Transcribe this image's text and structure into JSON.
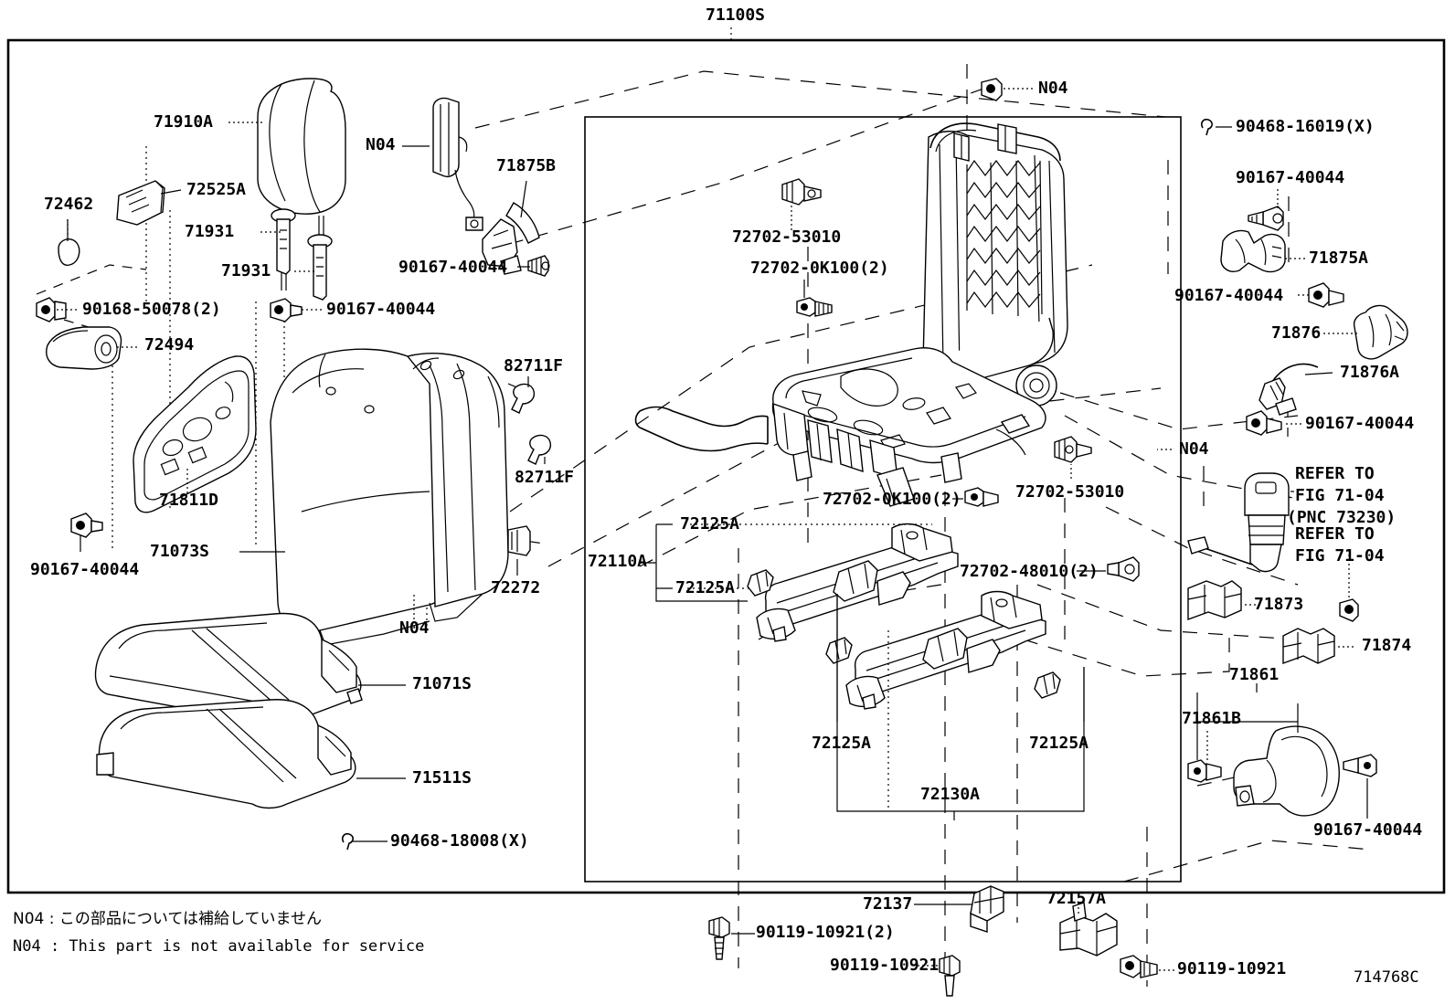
{
  "diagram": {
    "figure_code": "714768C",
    "top_assembly_label": "71100S",
    "notes": {
      "jp": "N04 : この部品については補給していません",
      "en": "N04 : This part is not available for service"
    }
  },
  "labels": {
    "headrest": "71910A",
    "headrest_guide": "72525A",
    "cap_72462": "72462",
    "pin_71931_upper": "71931",
    "pin_71931_lower": "71931",
    "n04_cable": "N04",
    "lever_71875B": "71875B",
    "screw_90167_40044_a": "90167-40044",
    "nut_90168_50078": "90168-50078(2)",
    "cover_72494": "72494",
    "screw_90167_40044_b": "90167-40044",
    "shield_71811D": "71811D",
    "clip_82711F_upper": "82711F",
    "clip_82711F_lower": "82711F",
    "back_cover_71073S": "71073S",
    "screw_90167_40044_c": "90167-40044",
    "n04_seatback": "N04",
    "clip_72272": "72272",
    "cushion_71071S": "71071S",
    "pad_71511S": "71511S",
    "clip_90468_18008": "90468-18008(X)",
    "n04_top_bolt": "N04",
    "bolt_72702_53010_top": "72702-53010",
    "bolt_72702_0K100_top": "72702-0K100(2)",
    "ring_90468_16019": "90468-16019(X)",
    "screw_90167_40044_d": "90167-40044",
    "cover_71875A": "71875A",
    "screw_90167_40044_e": "90167-40044",
    "cover_71876": "71876",
    "handle_71876A": "71876A",
    "screw_90167_40044_f": "90167-40044",
    "n04_right": "N04",
    "refer_71_04_pnc": "REFER TO\nFIG 71-04\n(PNC 73230)",
    "refer_71_04": "REFER TO\nFIG 71-04",
    "cover_71873": "71873",
    "cover_71874": "71874",
    "cover_71861": "71861",
    "cover_71861B": "71861B",
    "screw_90167_40044_g": "90167-40044",
    "bolt_72702_0K100_mid": "72702-0K100(2)",
    "bolt_72702_53010_mid": "72702-53010",
    "bolt_72702_48010": "72702-48010(2)",
    "rail_72110A": "72110A",
    "clip_72125A_1": "72125A",
    "clip_72125A_2": "72125A",
    "clip_72125A_3": "72125A",
    "clip_72125A_4": "72125A",
    "rail_72130A": "72130A",
    "bracket_72137": "72137",
    "bracket_72157A": "72157A",
    "bolt_90119_10921_a": "90119-10921(2)",
    "bolt_90119_10921_b": "90119-10921",
    "bolt_90119_10921_c": "90119-10921"
  },
  "refer_lines": {
    "pnc_l1": "REFER TO",
    "pnc_l2": "FIG 71-04",
    "pnc_l3": "(PNC 73230)",
    "plain_l1": "REFER TO",
    "plain_l2": "FIG 71-04"
  }
}
